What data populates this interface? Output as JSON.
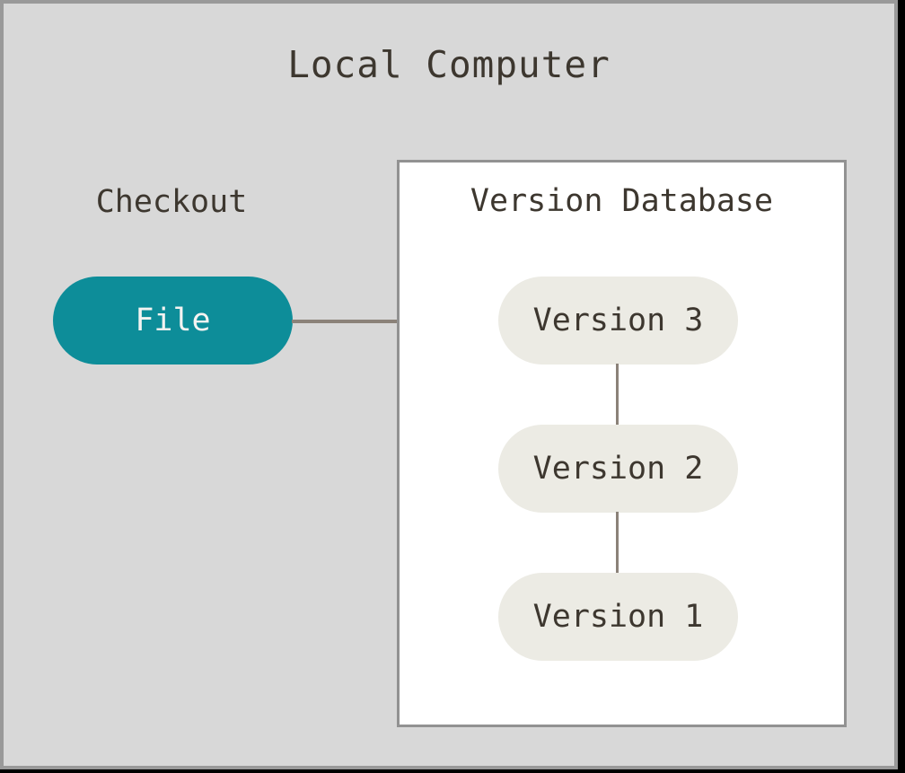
{
  "title": "Local Computer",
  "checkout": {
    "label": "Checkout",
    "file_node_label": "File"
  },
  "version_database": {
    "title": "Version Database",
    "nodes": [
      {
        "label": "Version 3"
      },
      {
        "label": "Version 2"
      },
      {
        "label": "Version 1"
      }
    ]
  },
  "edges": [
    {
      "from": "File",
      "to": "Version 3"
    },
    {
      "from": "Version 3",
      "to": "Version 2"
    },
    {
      "from": "Version 2",
      "to": "Version 1"
    }
  ],
  "colors": {
    "page_black": "#000000",
    "background": "#d8d8d8",
    "outer_border": "#999999",
    "box_background": "#ffffff",
    "box_border": "#929292",
    "file_node_fill": "#0d8d99",
    "file_node_text": "#f4f3f1",
    "version_node_fill": "#ecebe4",
    "text_dark": "#3d372f",
    "connector": "#8b8279"
  }
}
